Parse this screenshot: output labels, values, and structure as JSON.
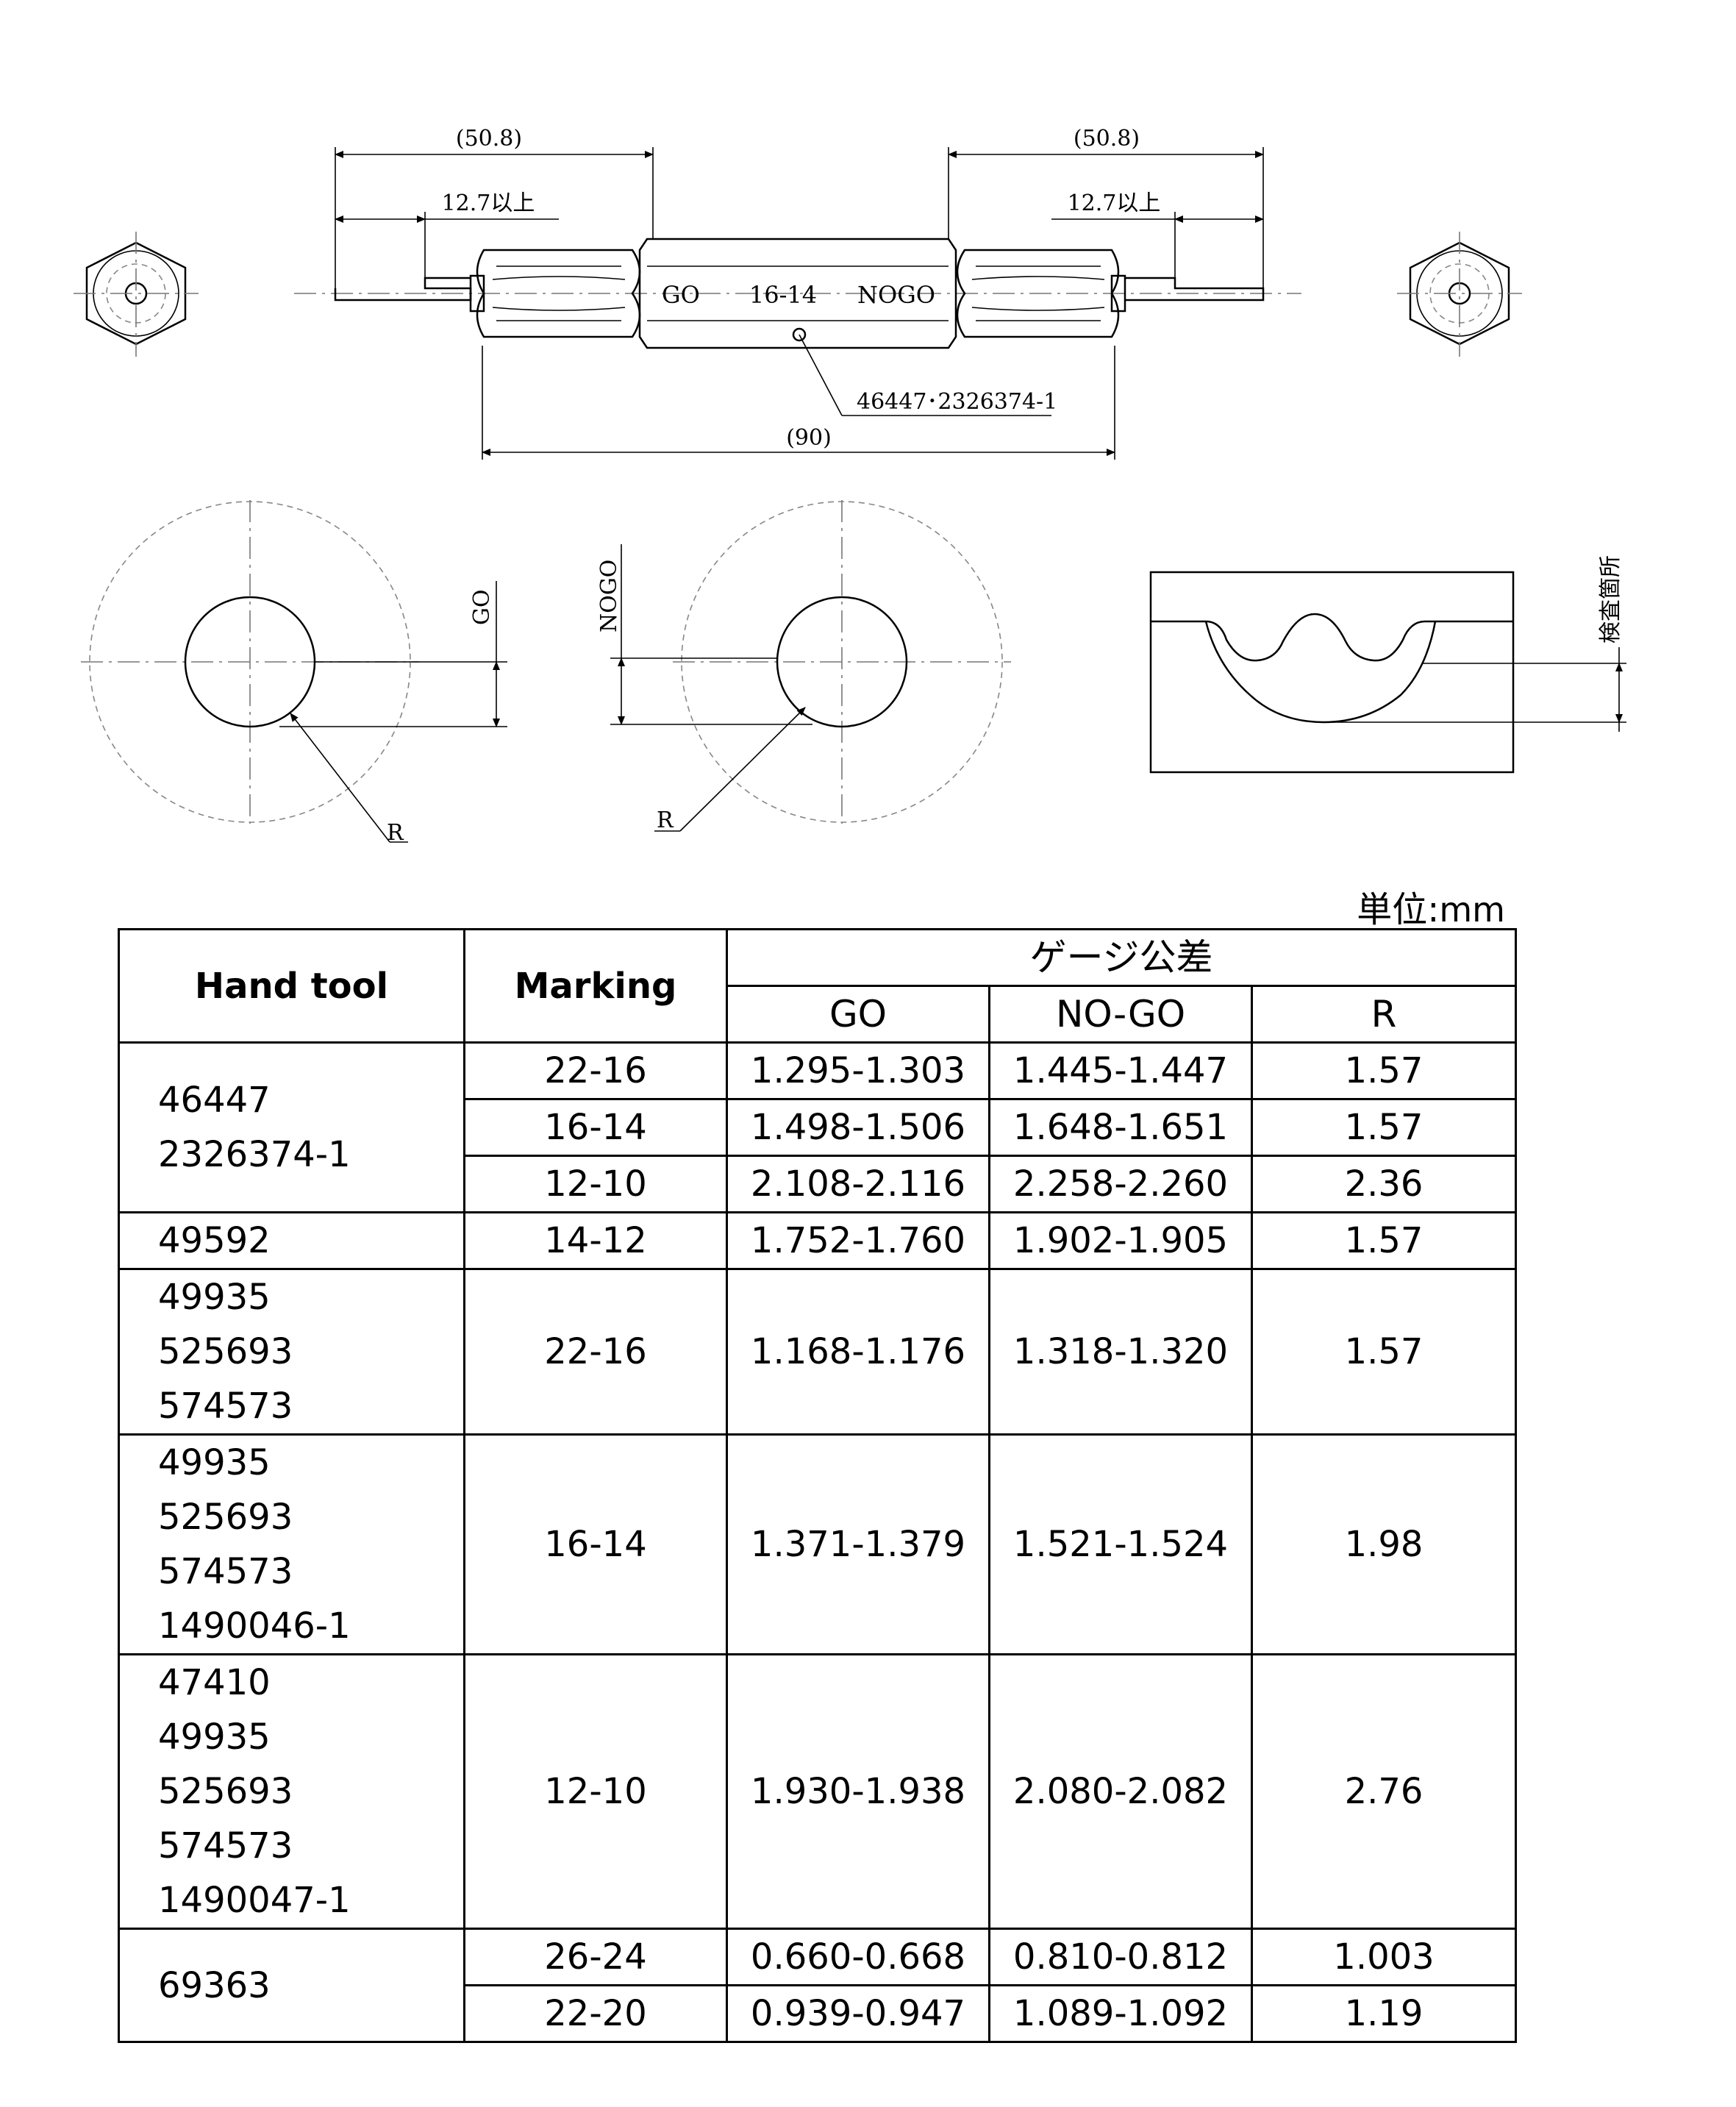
{
  "gauge": {
    "dim_left_overall": "(50.8)",
    "dim_left_min": "12.7以上",
    "dim_right_overall": "(50.8)",
    "dim_right_min": "12.7以上",
    "dim_total": "(90)",
    "go_mark": "GO",
    "size_mark": "16-14",
    "nogo_mark": "NOGO",
    "part_number": "46447･2326374-1"
  },
  "sections": {
    "go_label": "GO",
    "go_r_label": "R",
    "nogo_label": "NOGO",
    "nogo_r_label": "R",
    "inspection_label": "検査箇所"
  },
  "table": {
    "unit_prefix": "単位:",
    "unit": "mm",
    "headers": {
      "hand_tool": "Hand tool",
      "marking": "Marking",
      "tolerance": "ゲージ公差",
      "go": "GO",
      "nogo": "NO-GO",
      "r": "R"
    },
    "groups": [
      {
        "tools": [
          "46447",
          "2326374-1"
        ],
        "rows": [
          {
            "marking": "22-16",
            "go": "1.295-1.303",
            "nogo": "1.445-1.447",
            "r": "1.57"
          },
          {
            "marking": "16-14",
            "go": "1.498-1.506",
            "nogo": "1.648-1.651",
            "r": "1.57"
          },
          {
            "marking": "12-10",
            "go": "2.108-2.116",
            "nogo": "2.258-2.260",
            "r": "2.36"
          }
        ]
      },
      {
        "tools": [
          "49592"
        ],
        "rows": [
          {
            "marking": "14-12",
            "go": "1.752-1.760",
            "nogo": "1.902-1.905",
            "r": "1.57"
          }
        ]
      },
      {
        "tools": [
          "49935",
          "525693",
          "574573"
        ],
        "rows": [
          {
            "marking": "22-16",
            "go": "1.168-1.176",
            "nogo": "1.318-1.320",
            "r": "1.57"
          }
        ]
      },
      {
        "tools": [
          "49935",
          "525693",
          "574573",
          "1490046-1"
        ],
        "rows": [
          {
            "marking": "16-14",
            "go": "1.371-1.379",
            "nogo": "1.521-1.524",
            "r": "1.98"
          }
        ]
      },
      {
        "tools": [
          "47410",
          "49935",
          "525693",
          "574573",
          "1490047-1"
        ],
        "rows": [
          {
            "marking": "12-10",
            "go": "1.930-1.938",
            "nogo": "2.080-2.082",
            "r": "2.76"
          }
        ]
      },
      {
        "tools": [
          "69363"
        ],
        "rows": [
          {
            "marking": "26-24",
            "go": "0.660-0.668",
            "nogo": "0.810-0.812",
            "r": "1.003"
          },
          {
            "marking": "22-20",
            "go": "0.939-0.947",
            "nogo": "1.089-1.092",
            "r": "1.19"
          }
        ]
      }
    ]
  }
}
